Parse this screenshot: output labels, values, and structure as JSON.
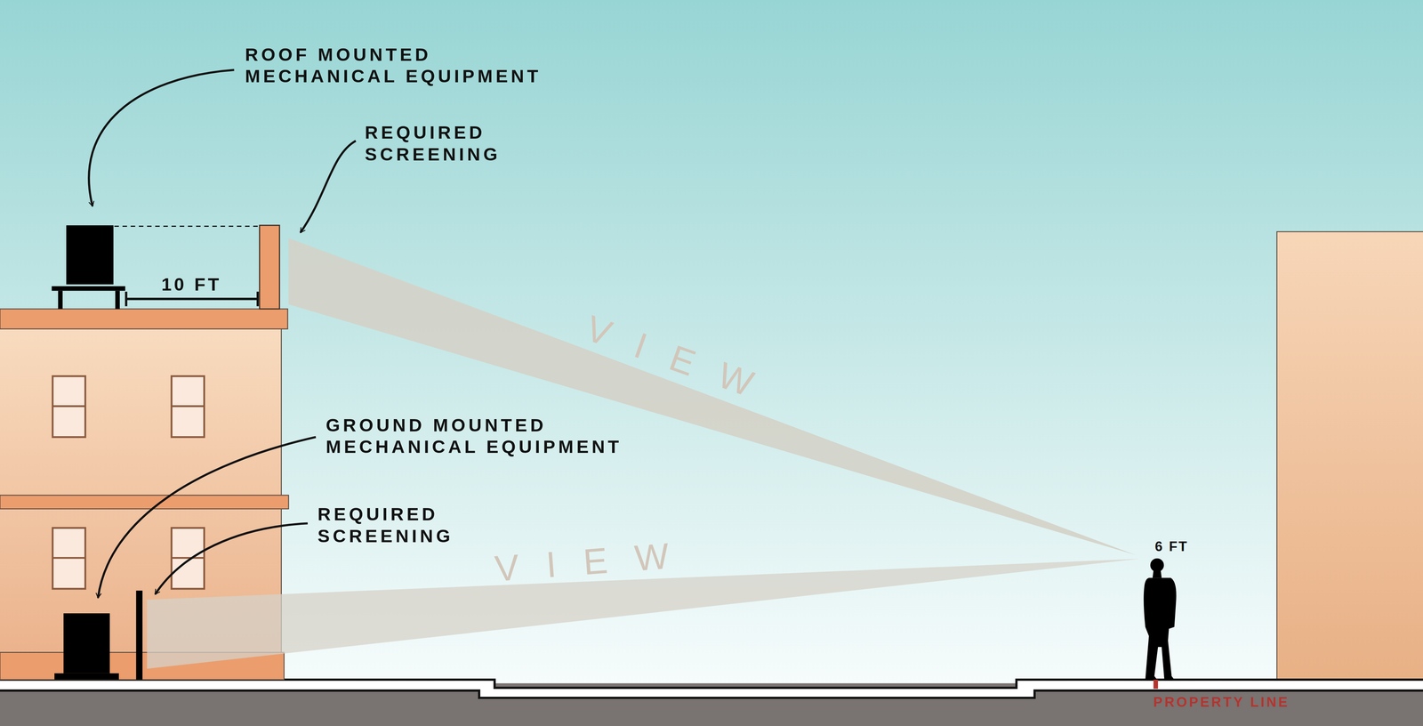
{
  "diagram": {
    "labels": [
      "ROOF MOUNTED MECHANICAL EQUIPMENT",
      "REQUIRED SCREENING",
      "10 FT",
      "VIEW",
      "GROUND MOUNTED MECHANICAL EQUIPMENT",
      "REQUIRED SCREENING",
      "VIEW",
      "6 FT",
      "PROPERTY LINE"
    ]
  }
}
